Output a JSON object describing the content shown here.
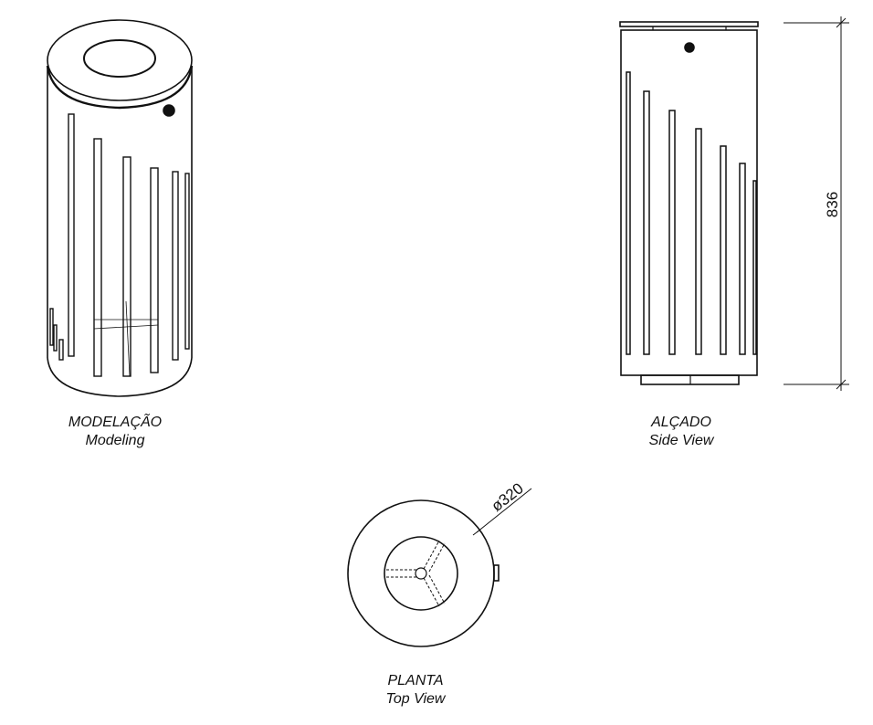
{
  "views": {
    "modeling": {
      "title_pt": "MODELAÇÃO",
      "title_en": "Modeling"
    },
    "side": {
      "title_pt": "ALÇADO",
      "title_en": "Side View"
    },
    "top": {
      "title_pt": "PLANTA",
      "title_en": "Top View"
    }
  },
  "dimensions": {
    "height": "836",
    "diameter": "ø320"
  },
  "colors": {
    "line": "#111111",
    "background": "#ffffff"
  }
}
